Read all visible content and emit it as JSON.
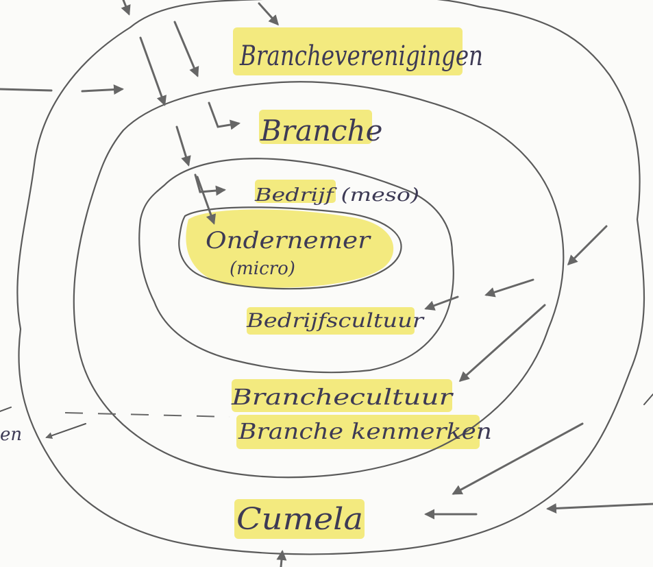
{
  "diagram": {
    "labels": {
      "brancheverenigingen": "Brancheverenigingen",
      "branche": "Branche",
      "bedrijf": "Bedrijf (meso)",
      "ondernemer": "Ondernemer",
      "micro": "(micro)",
      "bedrijfscultuur": "Bedrijfscultuur",
      "branchecultuur": "Branchecultuur",
      "branchekenmerken": "Branche kenmerken",
      "cumela": "Cumela",
      "left_edge_fragment": "en"
    },
    "colors": {
      "highlight": "#f1e66a",
      "ink": "#3d3a55",
      "pencil": "#5a5a5a",
      "paper": "#fbfbf9"
    }
  }
}
